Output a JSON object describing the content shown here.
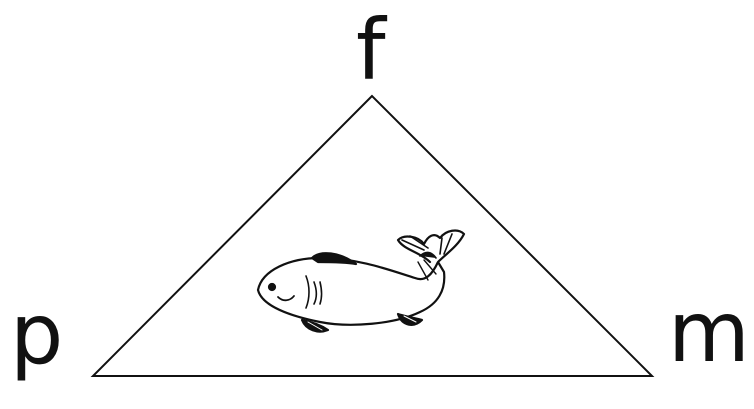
{
  "labels": {
    "top": "f",
    "left": "p",
    "right": "m"
  },
  "picture": {
    "icon": "fish-icon"
  },
  "colors": {
    "stroke": "#111111",
    "background": "#ffffff"
  }
}
